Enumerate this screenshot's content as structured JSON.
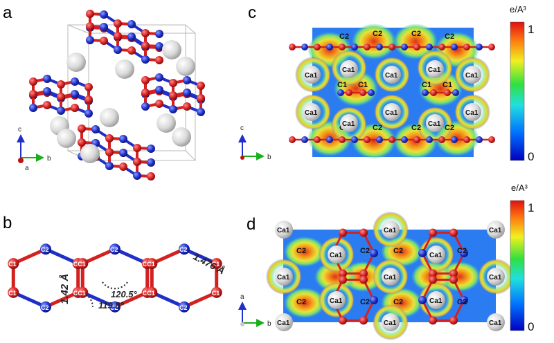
{
  "panels": {
    "a": {
      "label": "a",
      "axes": {
        "c": "c",
        "b": "b",
        "a": "a"
      }
    },
    "b": {
      "label": "b",
      "bond_length_long": "1.476 Å",
      "bond_length_short": "1.42 Å",
      "angle_top": "120.5°",
      "angle_bottom": "119.8°",
      "atom_c1": "C1",
      "atom_c2": "C2"
    },
    "c": {
      "label": "c",
      "axes": {
        "c": "c",
        "b": "b"
      },
      "atom_ca1": "Ca1",
      "atom_c1": "C1",
      "atom_c2": "C2",
      "colorbar": {
        "unit": "e/A³",
        "max": "1",
        "min": "0"
      }
    },
    "d": {
      "label": "d",
      "axes": {
        "a": "a",
        "b": "b"
      },
      "atom_ca1": "Ca1",
      "atom_c2": "C2",
      "colorbar": {
        "unit": "e/A³",
        "max": "1",
        "min": "0"
      }
    }
  },
  "colors": {
    "carbon_c1": "#d42020",
    "carbon_c2": "#1f2fc8",
    "calcium": "#d6d6d6",
    "map_bg": "#2b7cf0",
    "high_density": "#e94a1a"
  }
}
